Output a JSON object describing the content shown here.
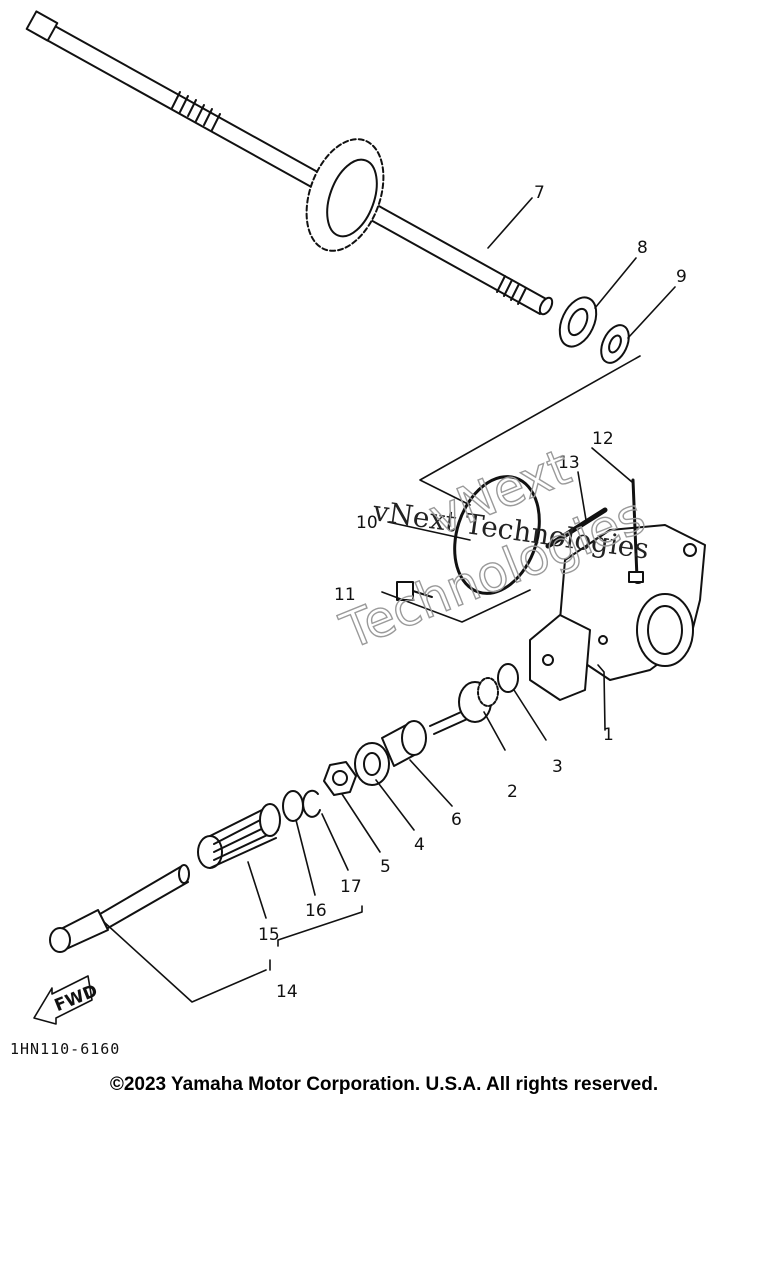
{
  "diagram": {
    "callouts": [
      "1",
      "2",
      "3",
      "4",
      "5",
      "6",
      "7",
      "8",
      "9",
      "10",
      "11",
      "12",
      "13",
      "14",
      "15",
      "16",
      "17"
    ],
    "fwd_label": "FWD",
    "watermark_serif": "vNext Technologies",
    "watermark_outline_line1": "vNext",
    "watermark_outline_line2": "Technologies",
    "code": "1HN110-6160"
  },
  "footer": {
    "copyright": "©2023 Yamaha Motor Corporation. U.S.A. All rights reserved."
  }
}
